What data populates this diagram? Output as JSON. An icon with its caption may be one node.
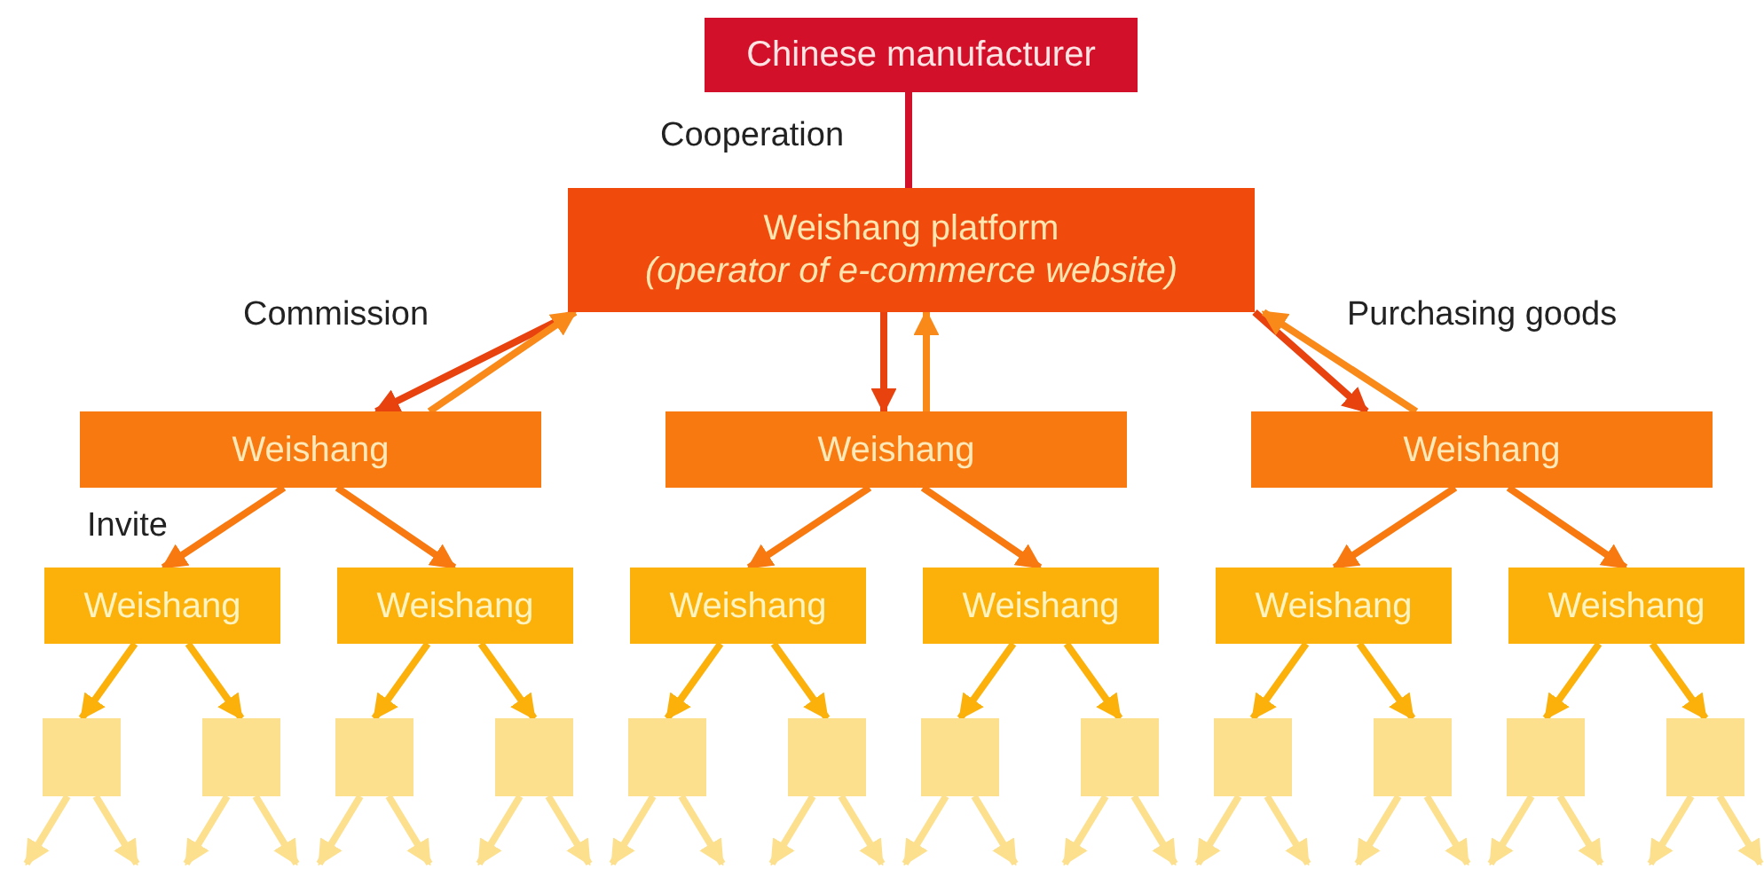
{
  "diagram": {
    "nodes": [
      {
        "text": [
          "Chinese manufacturer"
        ]
      },
      {
        "text": [
          "Weishang platform",
          "(operator of e-commerce website)"
        ]
      },
      {
        "text": [
          "Weishang"
        ]
      },
      {
        "text": [
          "Weishang"
        ]
      },
      {
        "text": [
          "Weishang"
        ]
      },
      {
        "text": [
          "Weishang"
        ]
      },
      {
        "text": [
          "Weishang"
        ]
      },
      {
        "text": [
          "Weishang"
        ]
      },
      {
        "text": [
          "Weishang"
        ]
      },
      {
        "text": [
          "Weishang"
        ]
      },
      {
        "text": [
          "Weishang"
        ]
      },
      {
        "text": [],
        "shape": "box"
      },
      {
        "text": [],
        "shape": "box"
      },
      {
        "text": [],
        "shape": "box"
      },
      {
        "text": [],
        "shape": "box"
      },
      {
        "text": [],
        "shape": "box"
      },
      {
        "text": [],
        "shape": "box"
      },
      {
        "text": [],
        "shape": "box"
      },
      {
        "text": [],
        "shape": "box"
      },
      {
        "text": [],
        "shape": "box"
      },
      {
        "text": [],
        "shape": "box"
      },
      {
        "text": [],
        "shape": "box"
      },
      {
        "text": [],
        "shape": "box"
      }
    ],
    "edges": [
      {
        "from": 0,
        "to": 1,
        "arrow": "none",
        "label": "Cooperation",
        "color": "#d3102a"
      },
      {
        "from": 1,
        "to": 2,
        "arrow": "to",
        "label": "Commission",
        "color": "#e8420f"
      },
      {
        "from": 2,
        "to": 1,
        "arrow": "to",
        "color": "#f98a1a"
      },
      {
        "from": 1,
        "to": 3,
        "arrow": "to",
        "color": "#e8420f"
      },
      {
        "from": 3,
        "to": 1,
        "arrow": "to",
        "color": "#f98a1a"
      },
      {
        "from": 1,
        "to": 4,
        "arrow": "to",
        "color": "#e8420f"
      },
      {
        "from": 4,
        "to": 1,
        "arrow": "to",
        "label": "Purchasing goods",
        "color": "#f98a1a"
      },
      {
        "from": 2,
        "to": 5,
        "arrow": "to",
        "label": "Invite",
        "color": "#f7790f"
      },
      {
        "from": 2,
        "to": 6,
        "arrow": "to",
        "color": "#f7790f"
      },
      {
        "from": 3,
        "to": 7,
        "arrow": "to",
        "color": "#f7790f"
      },
      {
        "from": 3,
        "to": 8,
        "arrow": "to",
        "color": "#f7790f"
      },
      {
        "from": 4,
        "to": 9,
        "arrow": "to",
        "color": "#f7790f"
      },
      {
        "from": 4,
        "to": 10,
        "arrow": "to",
        "color": "#f7790f"
      },
      {
        "from": 5,
        "to": 11,
        "arrow": "to",
        "color": "#fbb10a"
      },
      {
        "from": 5,
        "to": 12,
        "arrow": "to",
        "color": "#fbb10a"
      },
      {
        "from": 6,
        "to": 13,
        "arrow": "to",
        "color": "#fbb10a"
      },
      {
        "from": 6,
        "to": 14,
        "arrow": "to",
        "color": "#fbb10a"
      },
      {
        "from": 7,
        "to": 15,
        "arrow": "to",
        "color": "#fbb10a"
      },
      {
        "from": 7,
        "to": 16,
        "arrow": "to",
        "color": "#fbb10a"
      },
      {
        "from": 8,
        "to": 17,
        "arrow": "to",
        "color": "#fbb10a"
      },
      {
        "from": 8,
        "to": 18,
        "arrow": "to",
        "color": "#fbb10a"
      },
      {
        "from": 9,
        "to": 19,
        "arrow": "to",
        "color": "#fbb10a"
      },
      {
        "from": 9,
        "to": 20,
        "arrow": "to",
        "color": "#fbb10a"
      },
      {
        "from": 10,
        "to": 21,
        "arrow": "to",
        "color": "#fbb10a"
      },
      {
        "from": 10,
        "to": 22,
        "arrow": "to",
        "color": "#fbb10a"
      },
      {
        "from": 11,
        "to": null,
        "arrow": "to"
      },
      {
        "from": 11,
        "to": null,
        "arrow": "to"
      },
      {
        "from": 12,
        "to": null,
        "arrow": "to"
      },
      {
        "from": 12,
        "to": null,
        "arrow": "to"
      },
      {
        "from": 13,
        "to": null,
        "arrow": "to"
      },
      {
        "from": 13,
        "to": null,
        "arrow": "to"
      },
      {
        "from": 14,
        "to": null,
        "arrow": "to"
      },
      {
        "from": 14,
        "to": null,
        "arrow": "to"
      },
      {
        "from": 15,
        "to": null,
        "arrow": "to"
      },
      {
        "from": 15,
        "to": null,
        "arrow": "to"
      },
      {
        "from": 16,
        "to": null,
        "arrow": "to"
      },
      {
        "from": 16,
        "to": null,
        "arrow": "to"
      },
      {
        "from": 17,
        "to": null,
        "arrow": "to"
      },
      {
        "from": 17,
        "to": null,
        "arrow": "to"
      },
      {
        "from": 18,
        "to": null,
        "arrow": "to"
      },
      {
        "from": 18,
        "to": null,
        "arrow": "to"
      },
      {
        "from": 19,
        "to": null,
        "arrow": "to"
      },
      {
        "from": 19,
        "to": null,
        "arrow": "to"
      },
      {
        "from": 20,
        "to": null,
        "arrow": "to"
      },
      {
        "from": 20,
        "to": null,
        "arrow": "to"
      },
      {
        "from": 21,
        "to": null,
        "arrow": "to"
      },
      {
        "from": 21,
        "to": null,
        "arrow": "to"
      },
      {
        "from": 22,
        "to": null,
        "arrow": "to"
      },
      {
        "from": 22,
        "to": null,
        "arrow": "to"
      }
    ]
  }
}
